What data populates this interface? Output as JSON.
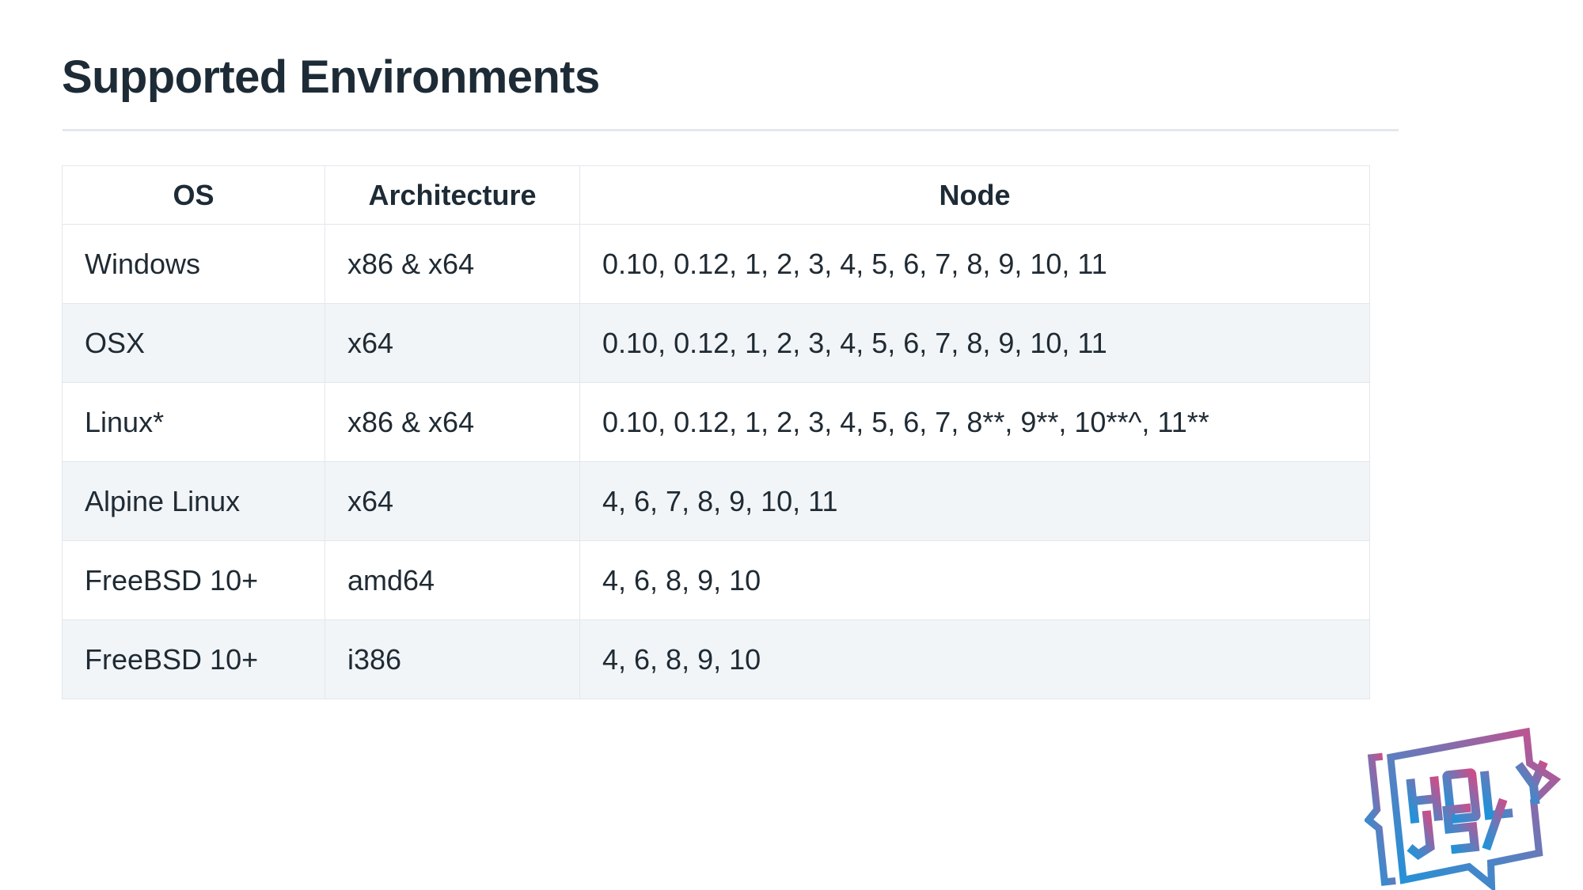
{
  "slide": {
    "title": "Supported Environments",
    "background_color": "#ffffff",
    "title_color": "#1d2b36",
    "rule_color": "#e4e8ec"
  },
  "table": {
    "name": "supported-environments-table",
    "border_color": "#e3e7eb",
    "stripe_color": "#f1f5f8",
    "columns": [
      {
        "key": "os",
        "label": "OS"
      },
      {
        "key": "arch",
        "label": "Architecture"
      },
      {
        "key": "node",
        "label": "Node"
      }
    ],
    "rows": [
      {
        "os": "Windows",
        "arch": "x86 & x64",
        "node": "0.10, 0.12, 1, 2, 3, 4, 5, 6, 7, 8, 9, 10, 11",
        "striped": false
      },
      {
        "os": "OSX",
        "arch": "x64",
        "node": "0.10, 0.12, 1, 2, 3, 4, 5, 6, 7, 8, 9, 10, 11",
        "striped": true
      },
      {
        "os": "Linux*",
        "arch": "x86 & x64",
        "node": "0.10, 0.12, 1, 2, 3, 4, 5, 6, 7, 8**, 9**, 10**^, 11**",
        "striped": false
      },
      {
        "os": "Alpine Linux",
        "arch": "x64",
        "node": "4, 6, 7, 8, 9, 10, 11",
        "striped": true
      },
      {
        "os": "FreeBSD 10+",
        "arch": "amd64",
        "node": "4, 6, 8, 9, 10",
        "striped": false
      },
      {
        "os": "FreeBSD 10+",
        "arch": "i386",
        "node": "4, 6, 8, 9, 10",
        "striped": true
      }
    ]
  },
  "logo": {
    "name": "holyjs-logo",
    "line1": "HOLY",
    "line2": "JS/...",
    "gradient_start": "#2a9ddb",
    "gradient_end": "#c94f8c"
  }
}
